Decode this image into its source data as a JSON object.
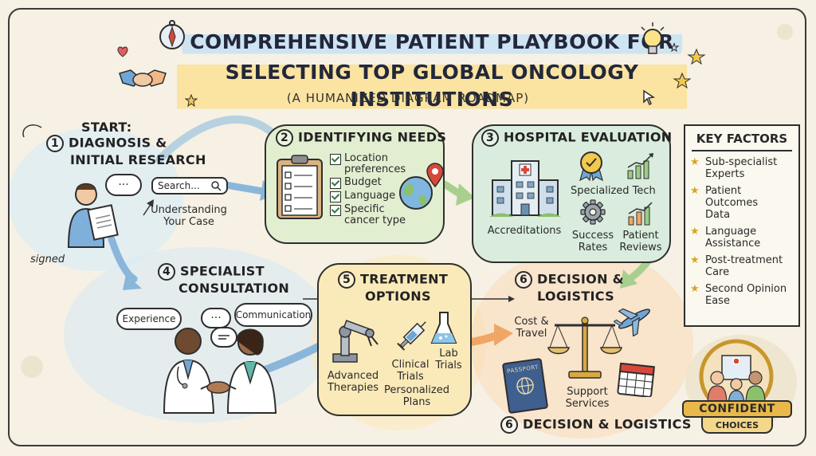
{
  "title": {
    "line1": "COMPREHENSIVE PATIENT PLAYBOOK FOR",
    "line2": "SELECTING TOP GLOBAL ONCOLOGY INSTITUTIONS",
    "subtitle": "(A HUMANIZED DIAGRAM ROADMAP)"
  },
  "step1": {
    "number": "1",
    "label_line1": "START:",
    "label_line2": "DIAGNOSIS &",
    "label_line3": "INITIAL RESEARCH",
    "search_placeholder": "Search...",
    "caption_line1": "Understanding",
    "caption_line2": "Your Case",
    "doc_note": "signed"
  },
  "step2": {
    "number": "2",
    "label": "IDENTIFYING NEEDS",
    "items": [
      "Location preferences",
      "Budget",
      "Language",
      "Specific cancer type"
    ]
  },
  "step3": {
    "number": "3",
    "label": "HOSPITAL EVALUATION",
    "accreditations": "Accreditations",
    "specialized_tech": "Specialized Tech",
    "success_rates_line1": "Success",
    "success_rates_line2": "Rates",
    "patient_reviews_line1": "Patient",
    "patient_reviews_line2": "Reviews"
  },
  "step4": {
    "number": "4",
    "label_line1": "SPECIALIST",
    "label_line2": "CONSULTATION",
    "bubble_experience": "Experience",
    "bubble_communication": "Communication"
  },
  "step5": {
    "number": "5",
    "label_line1": "TREATMENT",
    "label_line2": "OPTIONS",
    "advanced_line1": "Advanced",
    "advanced_line2": "Therapies",
    "clinical_line1": "Clinical",
    "clinical_line2": "Trials",
    "personalized_line1": "Personalized",
    "personalized_line2": "Plans",
    "lab_line1": "Lab",
    "lab_line2": "Trials"
  },
  "step6": {
    "number": "6",
    "label_line1": "DECISION &",
    "label_line2": "LOGISTICS",
    "cost_line1": "Cost &",
    "cost_line2": "Travel",
    "support_line1": "Support",
    "support_line2": "Services",
    "bottom_label": "DECISION & LOGISTICS",
    "passport_text": "PASSPORT"
  },
  "key_factors": {
    "title": "KEY FACTORS",
    "items": [
      {
        "line1": "Sub-specialist",
        "line2": "Experts"
      },
      {
        "line1": "Patient Outcomes",
        "line2": "Data"
      },
      {
        "line1": "Language",
        "line2": "Assistance"
      },
      {
        "line1": "Post-treatment",
        "line2": "Care"
      },
      {
        "line1": "Second Opinion",
        "line2": "Ease"
      }
    ]
  },
  "badge": {
    "line1": "CONFIDENT",
    "line2": "CHOICES"
  },
  "colors": {
    "background": "#f6f1e4",
    "step1": "#dcecf5",
    "step2": "#e2eed0",
    "step3": "#d9ecdd",
    "step4": "#d8e9f4",
    "step5": "#fbeab9",
    "step6": "#fbd9b8",
    "accent_blue": "#5b9bd1",
    "accent_gold": "#e0a82e"
  },
  "icons": [
    "compass-icon",
    "handshake-icon",
    "lightbulb-icon",
    "heart-icon",
    "star-icon",
    "cursor-icon",
    "clipboard-icon",
    "globe-icon",
    "map-pin-icon",
    "hospital-icon",
    "medal-icon",
    "chart-icon",
    "gear-icon",
    "robot-arm-icon",
    "syringe-icon",
    "flask-icon",
    "scale-icon",
    "airplane-icon",
    "passport-icon",
    "calendar-icon",
    "family-icon"
  ]
}
